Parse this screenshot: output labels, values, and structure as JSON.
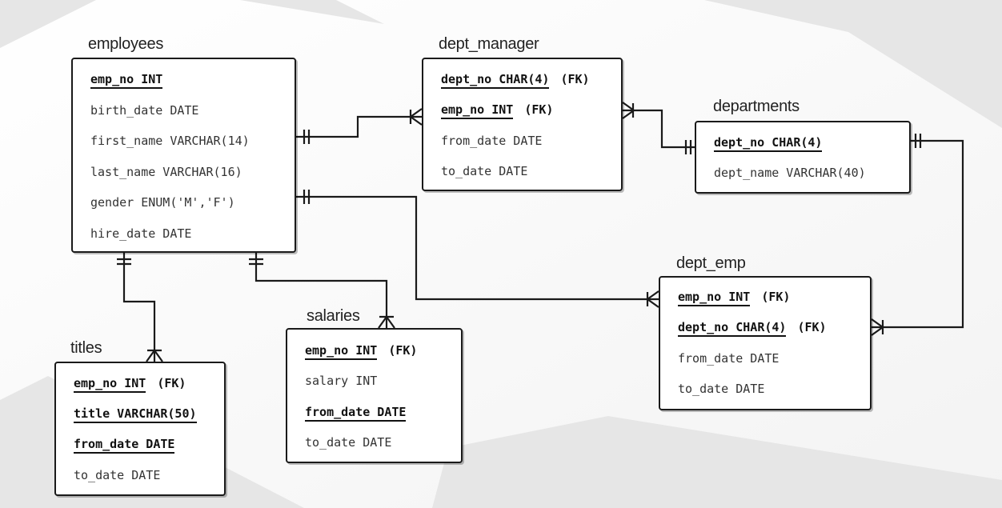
{
  "entities": {
    "employees": {
      "title": "employees",
      "columns": [
        {
          "text": "emp_no INT",
          "key": true,
          "fk": ""
        },
        {
          "text": "birth_date DATE",
          "key": false,
          "fk": ""
        },
        {
          "text": "first_name VARCHAR(14)",
          "key": false,
          "fk": ""
        },
        {
          "text": "last_name VARCHAR(16)",
          "key": false,
          "fk": ""
        },
        {
          "text": "gender ENUM('M','F')",
          "key": false,
          "fk": ""
        },
        {
          "text": "hire_date DATE",
          "key": false,
          "fk": ""
        }
      ]
    },
    "dept_manager": {
      "title": "dept_manager",
      "columns": [
        {
          "text": "dept_no CHAR(4)",
          "key": true,
          "fk": "(FK)"
        },
        {
          "text": "emp_no INT",
          "key": true,
          "fk": "(FK)"
        },
        {
          "text": "from_date DATE",
          "key": false,
          "fk": ""
        },
        {
          "text": "to_date DATE",
          "key": false,
          "fk": ""
        }
      ]
    },
    "departments": {
      "title": "departments",
      "columns": [
        {
          "text": "dept_no CHAR(4)",
          "key": true,
          "fk": ""
        },
        {
          "text": "dept_name VARCHAR(40)",
          "key": false,
          "fk": ""
        }
      ]
    },
    "dept_emp": {
      "title": "dept_emp",
      "columns": [
        {
          "text": "emp_no INT",
          "key": true,
          "fk": "(FK)"
        },
        {
          "text": "dept_no CHAR(4)",
          "key": true,
          "fk": "(FK)"
        },
        {
          "text": "from_date DATE",
          "key": false,
          "fk": ""
        },
        {
          "text": "to_date DATE",
          "key": false,
          "fk": ""
        }
      ]
    },
    "salaries": {
      "title": "salaries",
      "columns": [
        {
          "text": "emp_no INT",
          "key": true,
          "fk": "(FK)"
        },
        {
          "text": "salary INT",
          "key": false,
          "fk": ""
        },
        {
          "text": "from_date DATE",
          "key": true,
          "fk": ""
        },
        {
          "text": "to_date DATE",
          "key": false,
          "fk": ""
        }
      ]
    },
    "titles": {
      "title": "titles",
      "columns": [
        {
          "text": "emp_no INT",
          "key": true,
          "fk": "(FK)"
        },
        {
          "text": "title VARCHAR(50)",
          "key": true,
          "fk": ""
        },
        {
          "text": "from_date DATE",
          "key": true,
          "fk": ""
        },
        {
          "text": "to_date DATE",
          "key": false,
          "fk": ""
        }
      ]
    }
  },
  "relationships": [
    {
      "from": "employees",
      "to": "dept_manager",
      "from_end": "one-and-only-one",
      "to_end": "one-or-many"
    },
    {
      "from": "departments",
      "to": "dept_manager",
      "from_end": "one-and-only-one",
      "to_end": "one-or-many"
    },
    {
      "from": "employees",
      "to": "dept_emp",
      "from_end": "one-and-only-one",
      "to_end": "one-or-many"
    },
    {
      "from": "departments",
      "to": "dept_emp",
      "from_end": "one-and-only-one",
      "to_end": "one-or-many"
    },
    {
      "from": "employees",
      "to": "titles",
      "from_end": "one-and-only-one",
      "to_end": "one-or-many"
    },
    {
      "from": "employees",
      "to": "salaries",
      "from_end": "one-and-only-one",
      "to_end": "one-or-many"
    }
  ]
}
